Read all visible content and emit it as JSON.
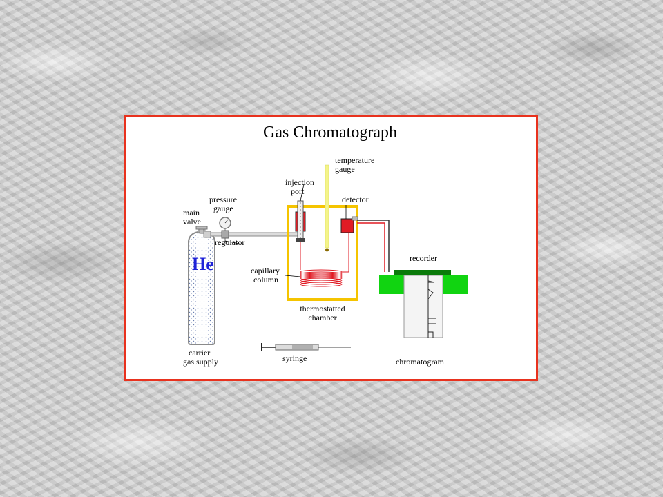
{
  "diagram": {
    "title": "Gas Chromatograph",
    "gas_symbol": "He",
    "labels": {
      "temperature_gauge": [
        "temperature",
        "gauge"
      ],
      "injection_port": [
        "injection",
        "port"
      ],
      "detector": "detector",
      "pressure_gauge": [
        "pressure",
        "gauge"
      ],
      "main_valve": [
        "main",
        "valve"
      ],
      "regulator": "regulator",
      "capillary_column": [
        "capillary",
        "column"
      ],
      "thermostatted_chamber": [
        "thermostatted",
        "chamber"
      ],
      "recorder": "recorder",
      "carrier_gas_supply": [
        "carrier",
        "gas supply"
      ],
      "syringe": "syringe",
      "chromatogram": "chromatogram"
    },
    "colors": {
      "frame": "#e8321e",
      "chamber": "#f5c400",
      "tube": "#e01b24",
      "recorder_green": "#11d411",
      "recorder_bar": "#0a7a0a",
      "he_text": "#1e22d8",
      "gauge_yellow": "#f4f48a"
    }
  }
}
